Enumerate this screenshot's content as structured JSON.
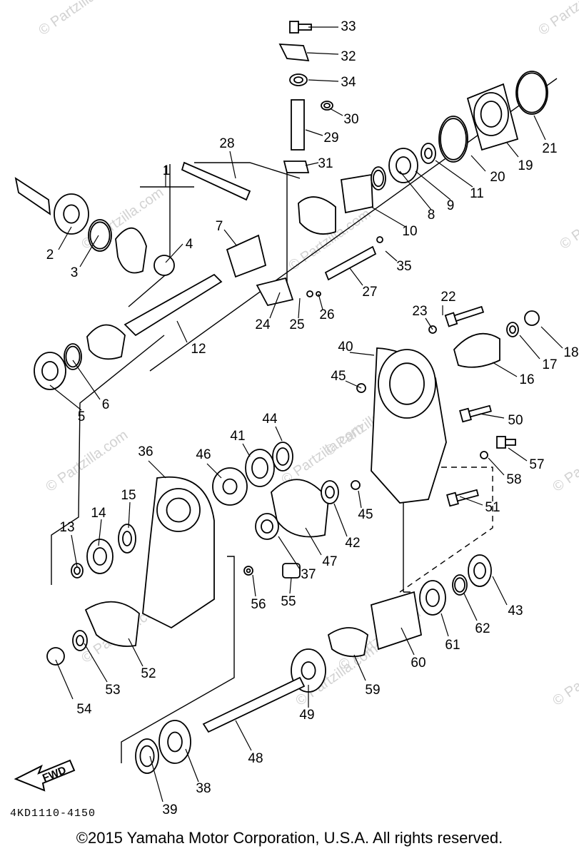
{
  "diagram": {
    "parts": [
      {
        "n": "1"
      },
      {
        "n": "2"
      },
      {
        "n": "3"
      },
      {
        "n": "4"
      },
      {
        "n": "5"
      },
      {
        "n": "6"
      },
      {
        "n": "7"
      },
      {
        "n": "8"
      },
      {
        "n": "9"
      },
      {
        "n": "10"
      },
      {
        "n": "11"
      },
      {
        "n": "12"
      },
      {
        "n": "13"
      },
      {
        "n": "14"
      },
      {
        "n": "15"
      },
      {
        "n": "16"
      },
      {
        "n": "17"
      },
      {
        "n": "18"
      },
      {
        "n": "19"
      },
      {
        "n": "20"
      },
      {
        "n": "21"
      },
      {
        "n": "22"
      },
      {
        "n": "23"
      },
      {
        "n": "24"
      },
      {
        "n": "25"
      },
      {
        "n": "26"
      },
      {
        "n": "27"
      },
      {
        "n": "28"
      },
      {
        "n": "29"
      },
      {
        "n": "30"
      },
      {
        "n": "31"
      },
      {
        "n": "32"
      },
      {
        "n": "33"
      },
      {
        "n": "34"
      },
      {
        "n": "35"
      },
      {
        "n": "36"
      },
      {
        "n": "37"
      },
      {
        "n": "38"
      },
      {
        "n": "39"
      },
      {
        "n": "40"
      },
      {
        "n": "41"
      },
      {
        "n": "42"
      },
      {
        "n": "43"
      },
      {
        "n": "44"
      },
      {
        "n": "45"
      },
      {
        "n": "45"
      },
      {
        "n": "46"
      },
      {
        "n": "47"
      },
      {
        "n": "48"
      },
      {
        "n": "49"
      },
      {
        "n": "50"
      },
      {
        "n": "51"
      },
      {
        "n": "52"
      },
      {
        "n": "53"
      },
      {
        "n": "54"
      },
      {
        "n": "55"
      },
      {
        "n": "56"
      },
      {
        "n": "57"
      },
      {
        "n": "58"
      },
      {
        "n": "59"
      },
      {
        "n": "60"
      },
      {
        "n": "61"
      },
      {
        "n": "62"
      }
    ],
    "fwd_label": "FWD",
    "drawing_code": "4KD1110-4150",
    "watermark": "© Partzilla.com"
  },
  "footer": {
    "copyright": "©2015 Yamaha Motor Corporation, U.S.A. All rights reserved."
  }
}
